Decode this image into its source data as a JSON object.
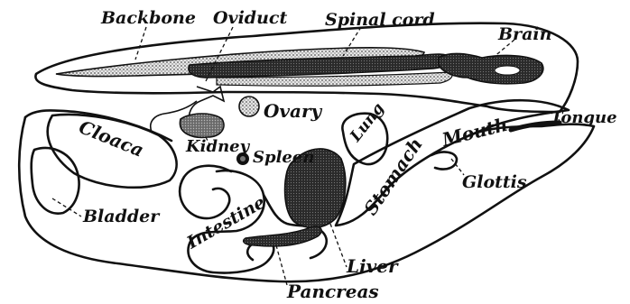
{
  "diagram": {
    "labels": {
      "backbone": "Backbone",
      "oviduct": "Oviduct",
      "spinal_cord": "Spinal cord",
      "brain": "Brain",
      "ovary": "Ovary",
      "tongue": "Tongue",
      "mouth": "Mouth",
      "cloaca": "Cloaca",
      "kidney": "Kidney",
      "spleen": "Spleen",
      "lung": "Lung",
      "stomach": "Stomach",
      "glottis": "Glottis",
      "bladder": "Bladder",
      "intestine": "Intestine",
      "liver": "Liver",
      "pancreas": "Pancreas"
    }
  }
}
